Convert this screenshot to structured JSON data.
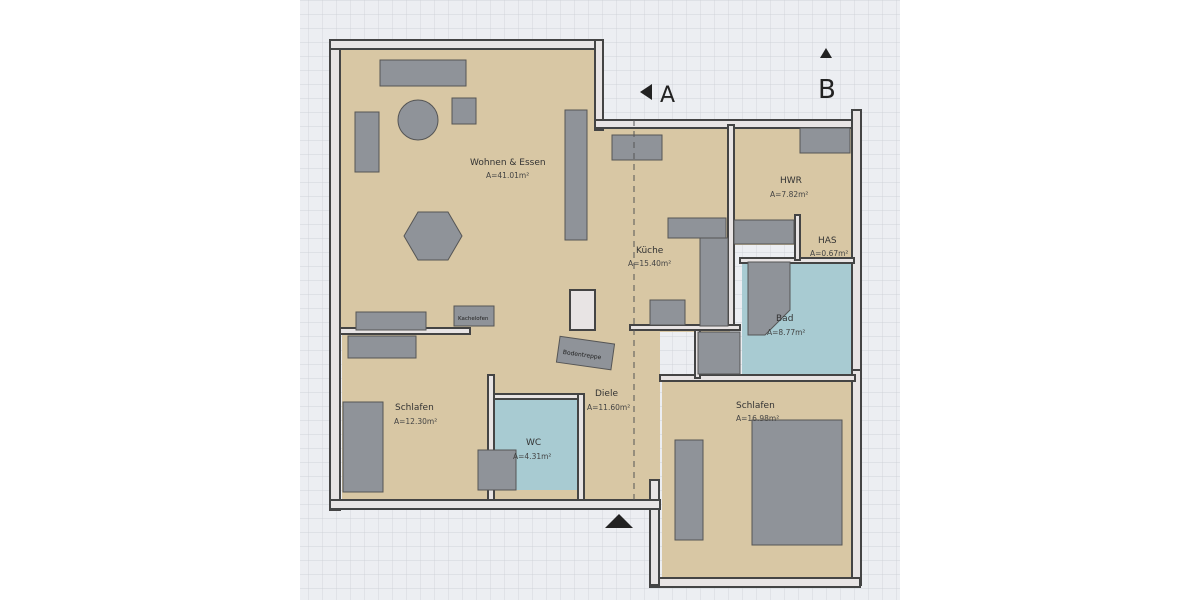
{
  "plan": {
    "section_markers": [
      "A",
      "B"
    ],
    "rooms": [
      {
        "name": "Wohnen & Essen",
        "area": "A=41.01m²"
      },
      {
        "name": "Küche",
        "area": "A=15.40m²"
      },
      {
        "name": "HWR",
        "area": "A=7.82m²"
      },
      {
        "name": "HAS",
        "area": "A=0.67m²"
      },
      {
        "name": "Bad",
        "area": "A=8.77m²"
      },
      {
        "name": "Schlafen",
        "area": "A=12.30m²"
      },
      {
        "name": "Diele",
        "area": "A=11.60m²"
      },
      {
        "name": "WC",
        "area": "A=4.31m²"
      },
      {
        "name": "Schlafen",
        "area": "A=16.98m²"
      }
    ],
    "fixtures": {
      "stove": "Kachelofen",
      "attic_stairs": "Bodentreppe"
    },
    "colors": {
      "floor": "#d8c7a4",
      "wet_rooms": "#a8cbd2",
      "furniture": "#8f9399",
      "walls": "#444444"
    }
  }
}
